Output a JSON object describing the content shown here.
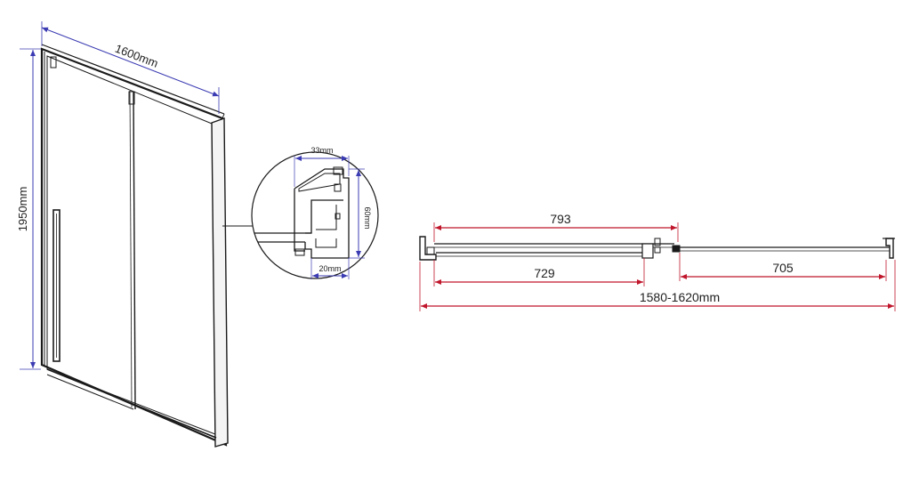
{
  "colors": {
    "line": "#1a1a1a",
    "dimension_blue": "#3b3bb3",
    "dimension_red": "#c0162b"
  },
  "door_view": {
    "width_label": "1600mm",
    "height_label": "1950mm"
  },
  "profile_detail": {
    "top_width_label": "33mm",
    "height_label": "60mm",
    "bottom_width_label": "20mm"
  },
  "plan_view": {
    "dim_upper_left": "793",
    "dim_lower_left": "729",
    "dim_lower_right": "705",
    "dim_overall": "1580-1620mm"
  }
}
